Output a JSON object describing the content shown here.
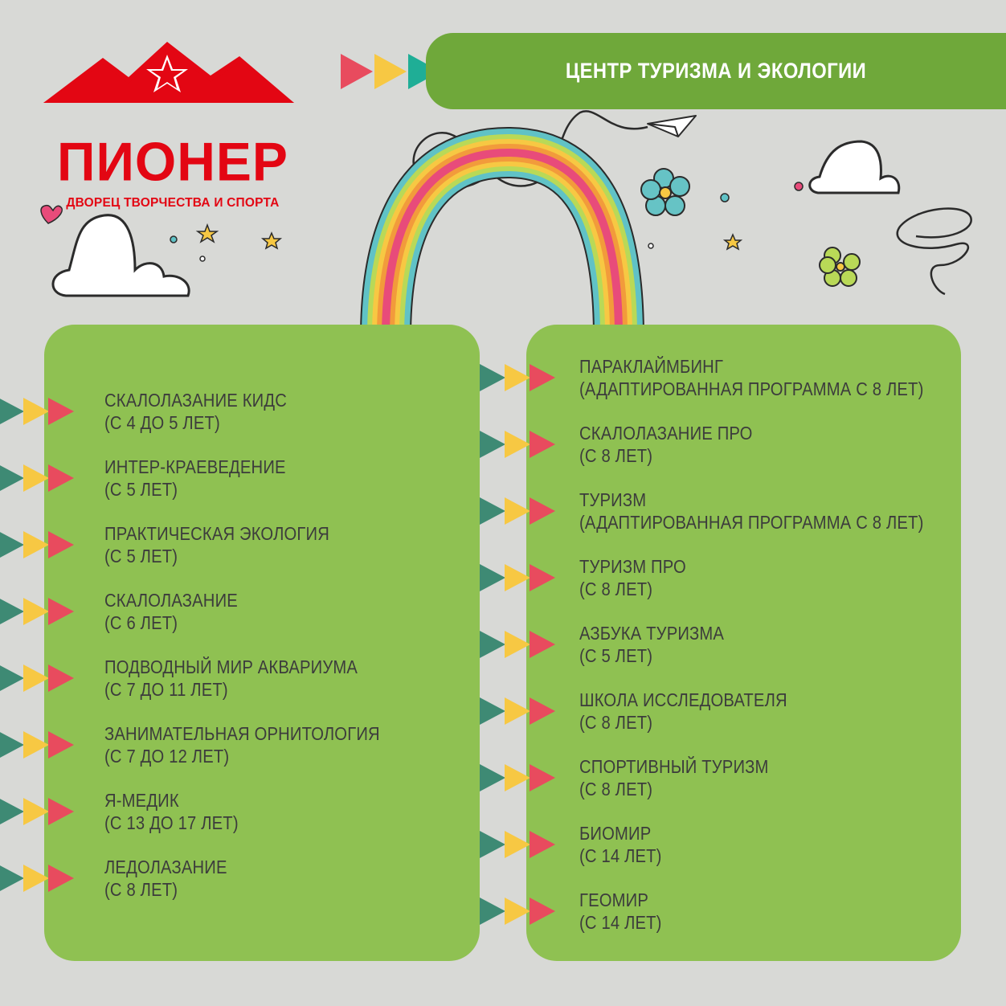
{
  "logo": {
    "name": "ПИОНЕР",
    "subtitle": "ДВОРЕЦ ТВОРЧЕСТВА И СПОРТА",
    "color": "#e30613"
  },
  "header": {
    "title": "ЦЕНТР ТУРИЗМА И ЭКОЛОГИИ",
    "color": "#6fa83a"
  },
  "colors": {
    "background": "#d8d9d6",
    "panel": "#8fc152",
    "arrow_teal": "#3e8a74",
    "arrow_yellow": "#f7c843",
    "arrow_red": "#e84b5e",
    "text": "#3c3c3c"
  },
  "left_programs": [
    {
      "title": "СКАЛОЛАЗАНИЕ КИДС",
      "age": "(С 4 ДО 5 ЛЕТ)"
    },
    {
      "title": "ИНТЕР-КРАЕВЕДЕНИЕ",
      "age": "(С 5 ЛЕТ)"
    },
    {
      "title": "ПРАКТИЧЕСКАЯ ЭКОЛОГИЯ",
      "age": "(С 5 ЛЕТ)"
    },
    {
      "title": "СКАЛОЛАЗАНИЕ",
      "age": "(С 6 ЛЕТ)"
    },
    {
      "title": "ПОДВОДНЫЙ МИР АКВАРИУМА",
      "age": "(С 7 ДО 11 ЛЕТ)"
    },
    {
      "title": "ЗАНИМАТЕЛЬНАЯ ОРНИТОЛОГИЯ",
      "age": "(С 7 ДО 12 ЛЕТ)"
    },
    {
      "title": "Я-МЕДИК",
      "age": "(С 13 ДО 17 ЛЕТ)"
    },
    {
      "title": "ЛЕДОЛАЗАНИЕ",
      "age": "(С 8 ЛЕТ)"
    }
  ],
  "right_programs": [
    {
      "title": "ПАРАКЛАЙМБИНГ",
      "age": "(АДАПТИРОВАННАЯ ПРОГРАММА С 8 ЛЕТ)"
    },
    {
      "title": "СКАЛОЛАЗАНИЕ ПРО",
      "age": "(С 8 ЛЕТ)"
    },
    {
      "title": "ТУРИЗМ",
      "age": "(АДАПТИРОВАННАЯ ПРОГРАММА С 8 ЛЕТ)"
    },
    {
      "title": "ТУРИЗМ ПРО",
      "age": "(С 8 ЛЕТ)"
    },
    {
      "title": "АЗБУКА ТУРИЗМА",
      "age": "(С 5 ЛЕТ)"
    },
    {
      "title": "ШКОЛА ИССЛЕДОВАТЕЛЯ",
      "age": "(С 8 ЛЕТ)"
    },
    {
      "title": "СПОРТИВНЫЙ ТУРИЗМ",
      "age": "(С 8 ЛЕТ)"
    },
    {
      "title": "БИОМИР",
      "age": "(С 14 ЛЕТ)"
    },
    {
      "title": "ГЕОМИР",
      "age": "(С 14 ЛЕТ)"
    }
  ]
}
